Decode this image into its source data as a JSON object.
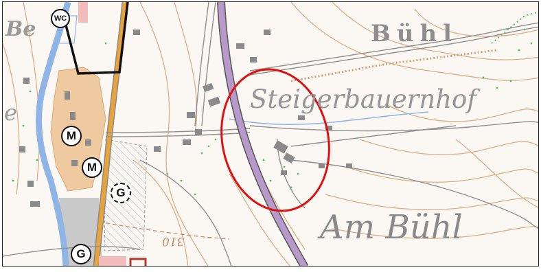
{
  "place_names": {
    "buehl": "Bühl",
    "steigerbauernhof": "Steigerbauernhof",
    "am_buehl": "Am Bühl",
    "partial_left_top": "Be",
    "partial_left_mid": "e"
  },
  "contour_label": "310",
  "symbols": {
    "wc": "WC",
    "m1": "M",
    "m2": "M",
    "g_dashed": "G",
    "g_bottom": "G"
  },
  "colors": {
    "highlight_circle": "#e01010",
    "railway": "#b79ac9",
    "main_road": "#e8a33a",
    "river": "#8fb4e6",
    "contour": "#d6a880",
    "vegetation": "#4fbf6a",
    "buildings": "#8a8a8a",
    "sand_area": "#efc9a0"
  }
}
